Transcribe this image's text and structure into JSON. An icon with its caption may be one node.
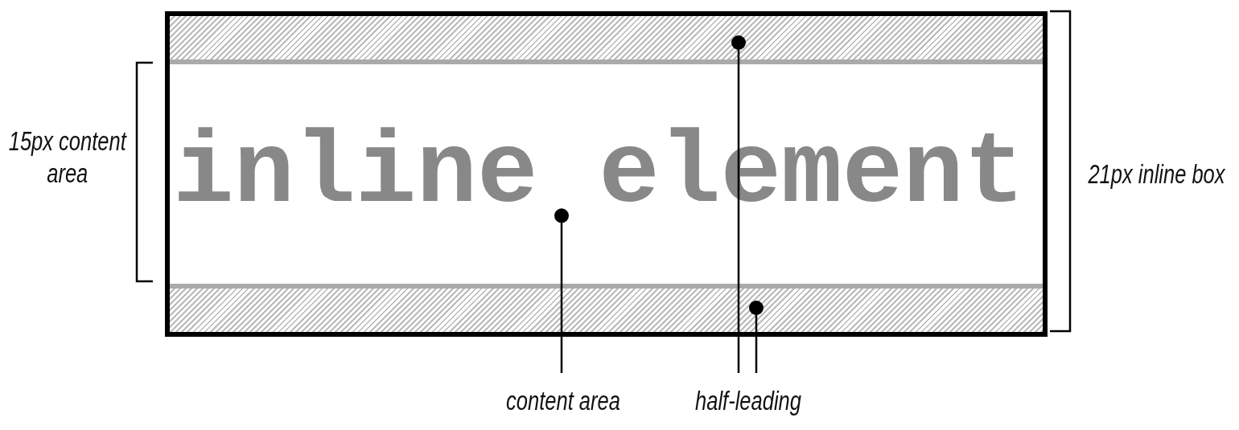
{
  "diagram": {
    "nodes": [
      {
        "text": [],
        "shape": "box"
      },
      {
        "text": [],
        "shape": "bar",
        "in": 0
      },
      {
        "text": [
          "inline element"
        ],
        "in": 0
      },
      {
        "text": [],
        "shape": "bar",
        "in": 0
      },
      {
        "text": [
          "content area"
        ]
      },
      {
        "text": [
          "half-leading"
        ]
      }
    ],
    "edges": [
      {
        "from": 4,
        "to": 2,
        "arrow": "other"
      },
      {
        "from": 5,
        "to": 1,
        "arrow": "other"
      },
      {
        "from": 5,
        "to": 3,
        "arrow": "other"
      }
    ],
    "labels": [
      "15px content area",
      "21px inline box"
    ]
  }
}
